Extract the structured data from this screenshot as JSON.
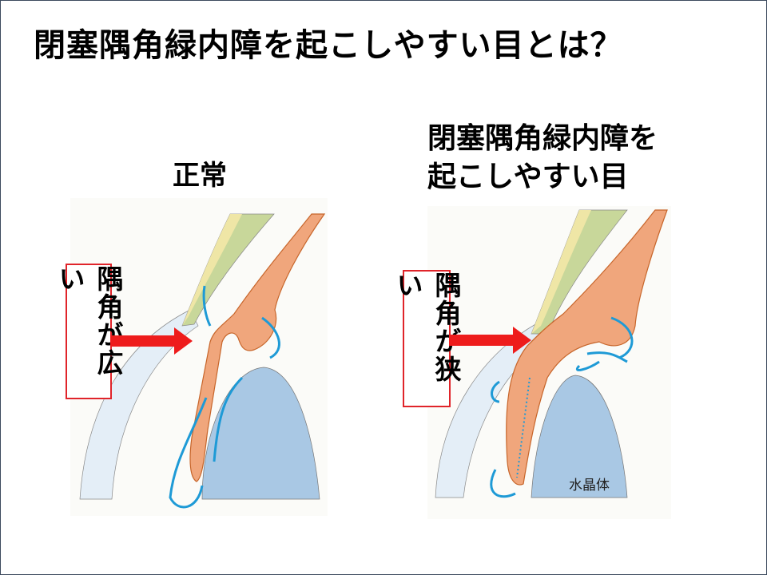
{
  "slide": {
    "title": "閉塞隅角緑内障を起こしやすい目とは？",
    "normal": {
      "heading": "正常",
      "callout": "隅角が広い"
    },
    "risk": {
      "heading_line1": "閉塞隅角緑内障を",
      "heading_line2": "起こしやすい目",
      "callout": "隅角が狭い",
      "lens_label": "水晶体"
    }
  },
  "colors": {
    "callout_border": "#e0242a",
    "arrow": "#ee1c1c",
    "flow": "#1e9ad6",
    "iris": "#f0a67c",
    "sclera": "#c8d79a",
    "lens": "#a9c8e4",
    "cornea": "#e4eef7"
  }
}
